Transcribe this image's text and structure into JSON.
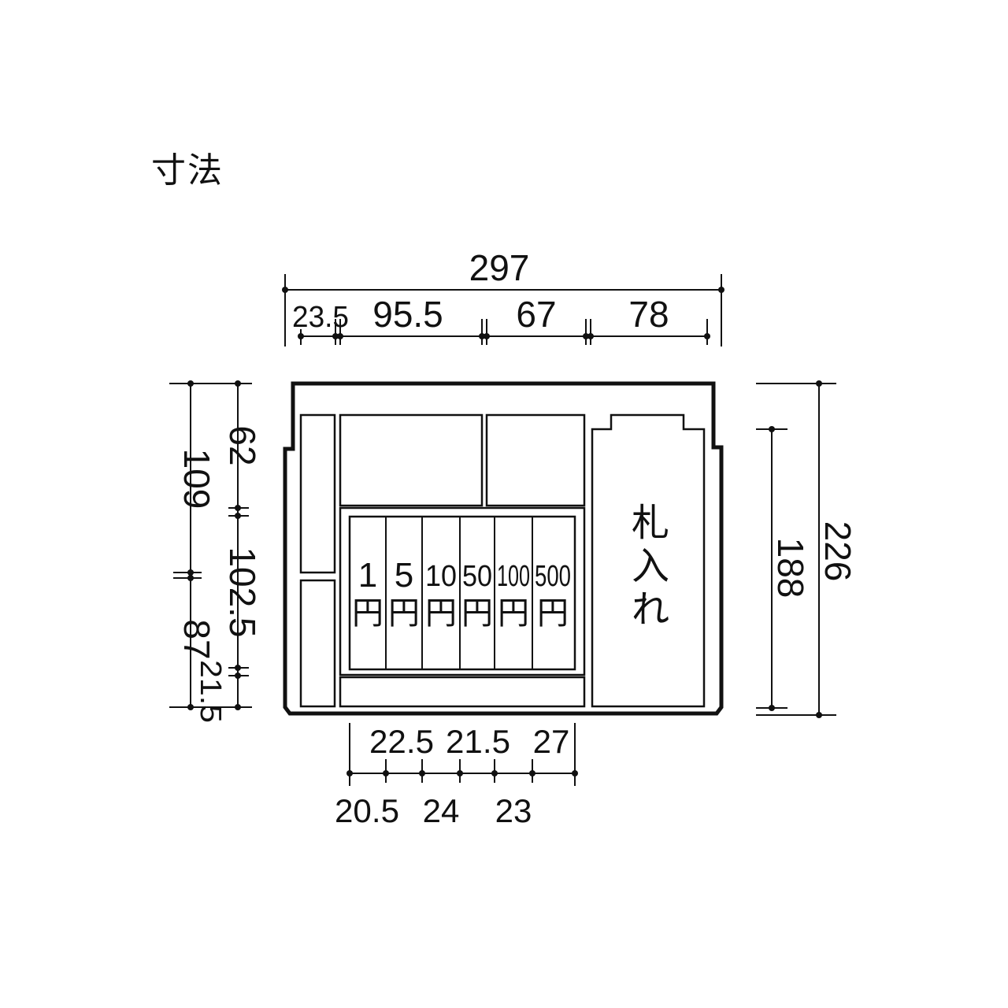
{
  "title": "寸法",
  "widths": {
    "total": "297",
    "segments": [
      "23.5",
      "95.5",
      "67",
      "78"
    ]
  },
  "left_dims": {
    "outer": [
      "109",
      "87",
      "21.5"
    ],
    "inner": [
      "62",
      "102.5"
    ]
  },
  "right_dims": {
    "inner": "188",
    "outer": "226"
  },
  "bottom_dims": {
    "upper": [
      "22.5",
      "21.5",
      "27"
    ],
    "lower": [
      "20.5",
      "24",
      "23"
    ]
  },
  "coin_slots": [
    {
      "value": "1",
      "unit": "円"
    },
    {
      "value": "5",
      "unit": "円"
    },
    {
      "value": "10",
      "unit": "円"
    },
    {
      "value": "50",
      "unit": "円"
    },
    {
      "value": "100",
      "unit": "円"
    },
    {
      "value": "500",
      "unit": "円"
    }
  ],
  "bill_label": [
    "札",
    "入",
    "れ"
  ]
}
